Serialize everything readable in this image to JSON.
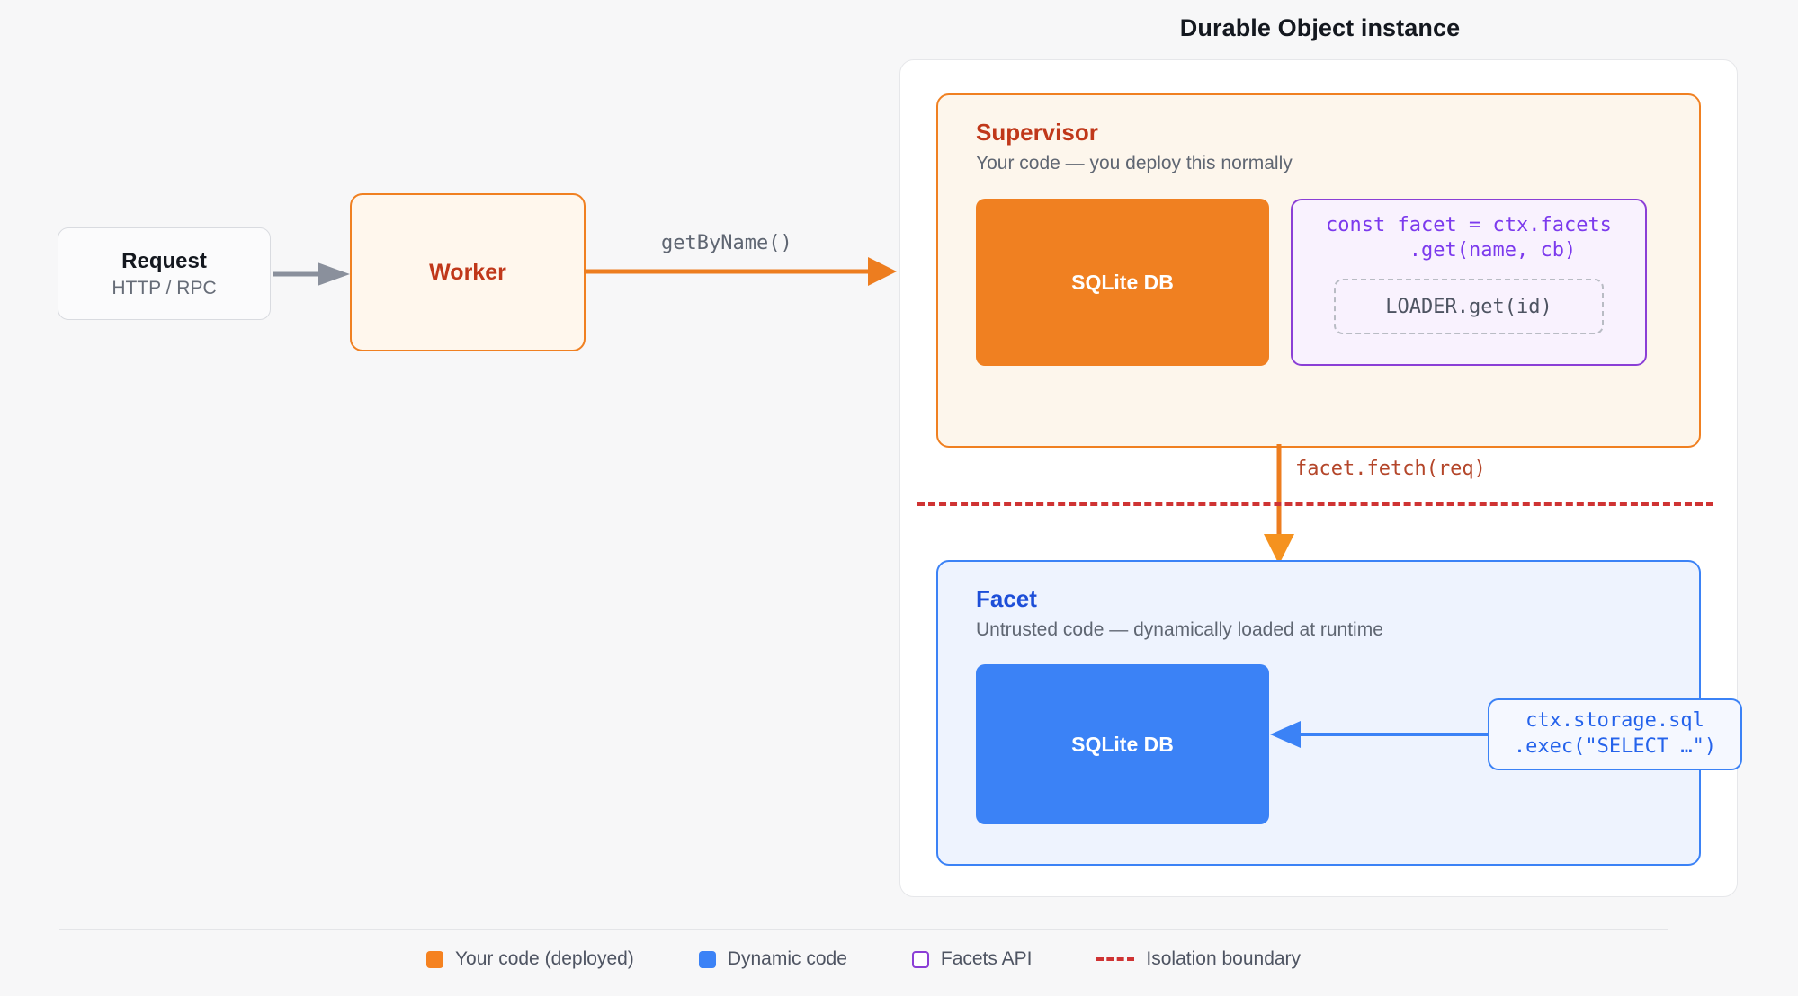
{
  "diagram": {
    "title": "Durable Object instance",
    "request": {
      "title": "Request",
      "subtitle": "HTTP / RPC"
    },
    "worker": {
      "label": "Worker"
    },
    "edges": {
      "request_to_worker": "",
      "worker_to_do": "getByName()",
      "supervisor_to_facet": "facet.fetch(req)"
    },
    "supervisor": {
      "title": "Supervisor",
      "subtitle": "Your code — you deploy this normally",
      "db_label": "SQLite DB",
      "facets_api": {
        "code_line_1": "const facet = ctx.facets",
        "code_line_2": "    .get(name, cb)",
        "loader_text": "LOADER.get(id)"
      }
    },
    "facet": {
      "title": "Facet",
      "subtitle": "Untrusted code — dynamically loaded at runtime",
      "db_label": "SQLite DB",
      "sql": {
        "code_line_1": "ctx.storage.sql",
        "code_line_2": ".exec(\"SELECT …\")"
      }
    },
    "legend": [
      {
        "type": "swatch-orange",
        "label": "Your code (deployed)"
      },
      {
        "type": "swatch-blue",
        "label": "Dynamic code"
      },
      {
        "type": "swatch-outline",
        "label": "Facets API"
      },
      {
        "type": "swatch-dash",
        "label": "Isolation boundary"
      }
    ],
    "colors": {
      "orange": "#f08021",
      "orange_fill": "#fdf6ec",
      "blue": "#3b82f6",
      "blue_fill": "#eef3fe",
      "purple": "#8b3fd6",
      "red_dash": "#cf3333",
      "page_bg": "#f7f7f8"
    }
  }
}
